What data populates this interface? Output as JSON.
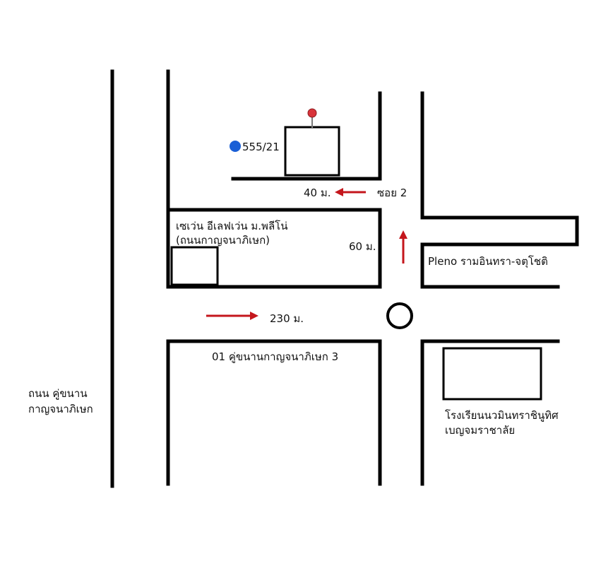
{
  "map": {
    "landmarks": {
      "house": {
        "label": "555/21",
        "hatch_color": "#2f7fd8",
        "pin_color": "#d9343a",
        "dot_color": "#1a5fd6"
      },
      "seven_eleven": {
        "line1": "เซเว่น อีเลฟเว่น ม.พลีโน่",
        "line2": "(ถนนกาญจนาภิเษก)",
        "hatch_color": "#1e7a52"
      },
      "pleno": {
        "label": "Pleno รามอินทรา-จตุโชติ"
      },
      "school": {
        "line1": "โรงเรียนนวมินทราชินูทิศ",
        "line2": "เบญจมราชาลัย",
        "hatch_color": "#e0474c"
      }
    },
    "roads": {
      "main": {
        "line1": "ถนน คู่ขนาน",
        "line2": "กาญจนาภิเษก"
      },
      "soi1": {
        "label": "01 คู่ขนานกาญจนาภิเษก 3"
      },
      "soi2": {
        "label": "ซอย  2"
      }
    },
    "distances": {
      "d230": "230 ม.",
      "d60": "60 ม.",
      "d40": "40 ม."
    },
    "colors": {
      "arrow": "#c4161c",
      "road": "#000000"
    }
  }
}
